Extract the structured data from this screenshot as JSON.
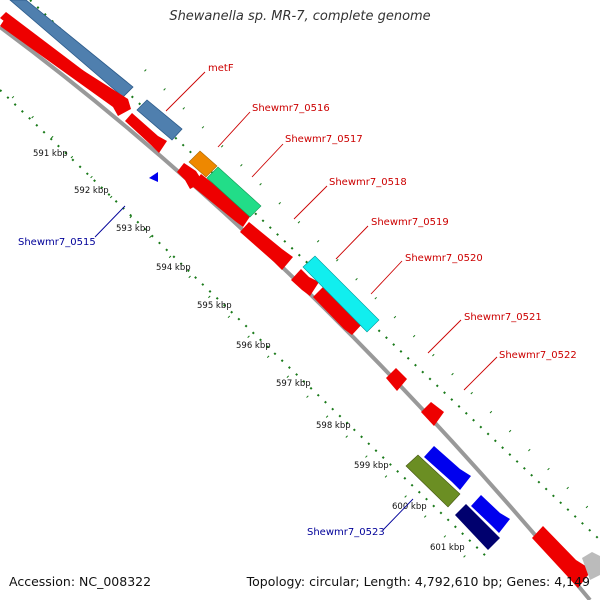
{
  "title": "Shewanella sp. MR-7, complete genome",
  "footer": {
    "accession": "Accession: NC_008322",
    "summary": "Topology: circular; Length: 4,792,610 bp; Genes: 4,149"
  },
  "ticks": [
    {
      "label": "591 kbp"
    },
    {
      "label": "592 kbp"
    },
    {
      "label": "593 kbp"
    },
    {
      "label": "594 kbp"
    },
    {
      "label": "595 kbp"
    },
    {
      "label": "596 kbp"
    },
    {
      "label": "597 kbp"
    },
    {
      "label": "598 kbp"
    },
    {
      "label": "599 kbp"
    },
    {
      "label": "600 kbp"
    },
    {
      "label": "601 kbp"
    }
  ],
  "gene_labels": [
    {
      "text": "metF",
      "color": "#cc0000"
    },
    {
      "text": "Shewmr7_0516",
      "color": "#cc0000"
    },
    {
      "text": "Shewmr7_0517",
      "color": "#cc0000"
    },
    {
      "text": "Shewmr7_0518",
      "color": "#cc0000"
    },
    {
      "text": "Shewmr7_0519",
      "color": "#cc0000"
    },
    {
      "text": "Shewmr7_0520",
      "color": "#cc0000"
    },
    {
      "text": "Shewmr7_0521",
      "color": "#cc0000"
    },
    {
      "text": "Shewmr7_0522",
      "color": "#cc0000"
    },
    {
      "text": "Shewmr7_0515",
      "color": "#000099"
    },
    {
      "text": "Shewmr7_0523",
      "color": "#000099"
    }
  ],
  "colors": {
    "cds_red": "#ee0000",
    "steel_blue": "#4f7fae",
    "orange": "#ee8800",
    "spring_green": "#22dd88",
    "cyan": "#11eeee",
    "olive": "#6b8e23",
    "blue": "#0000ee",
    "navy": "#00006e",
    "backbone": "#999999",
    "dots": "#1a7a1a"
  }
}
